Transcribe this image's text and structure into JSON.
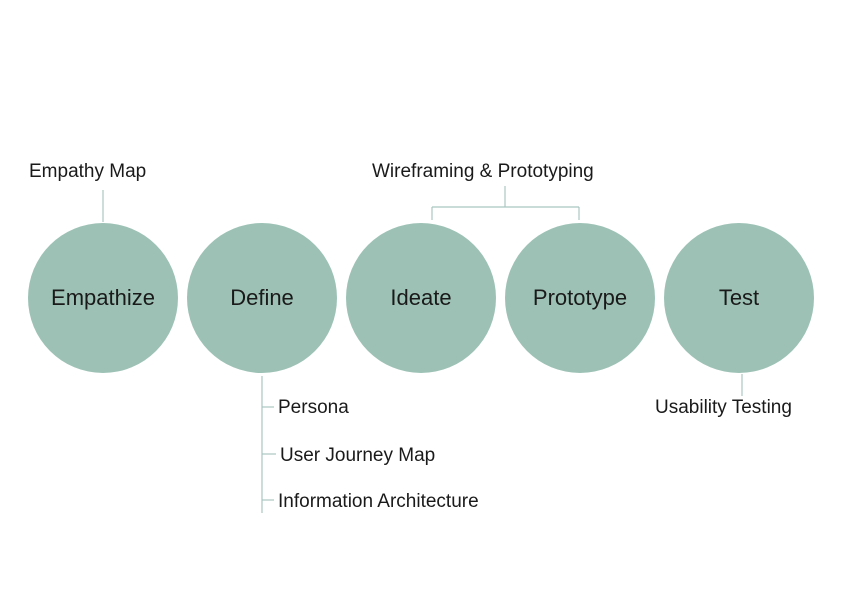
{
  "stages": [
    {
      "name": "Empathize"
    },
    {
      "name": "Define"
    },
    {
      "name": "Ideate"
    },
    {
      "name": "Prototype"
    },
    {
      "name": "Test"
    }
  ],
  "deliverables": {
    "empathize": "Empathy Map",
    "ideate_prototype": "Wireframing & Prototyping",
    "define": [
      "Persona",
      "User Journey Map",
      "Information Architecture"
    ],
    "test": "Usability Testing"
  },
  "colors": {
    "circle_fill": "#9dc2b5",
    "connector": "#a9c6c0",
    "text": "#1a1a1a"
  }
}
